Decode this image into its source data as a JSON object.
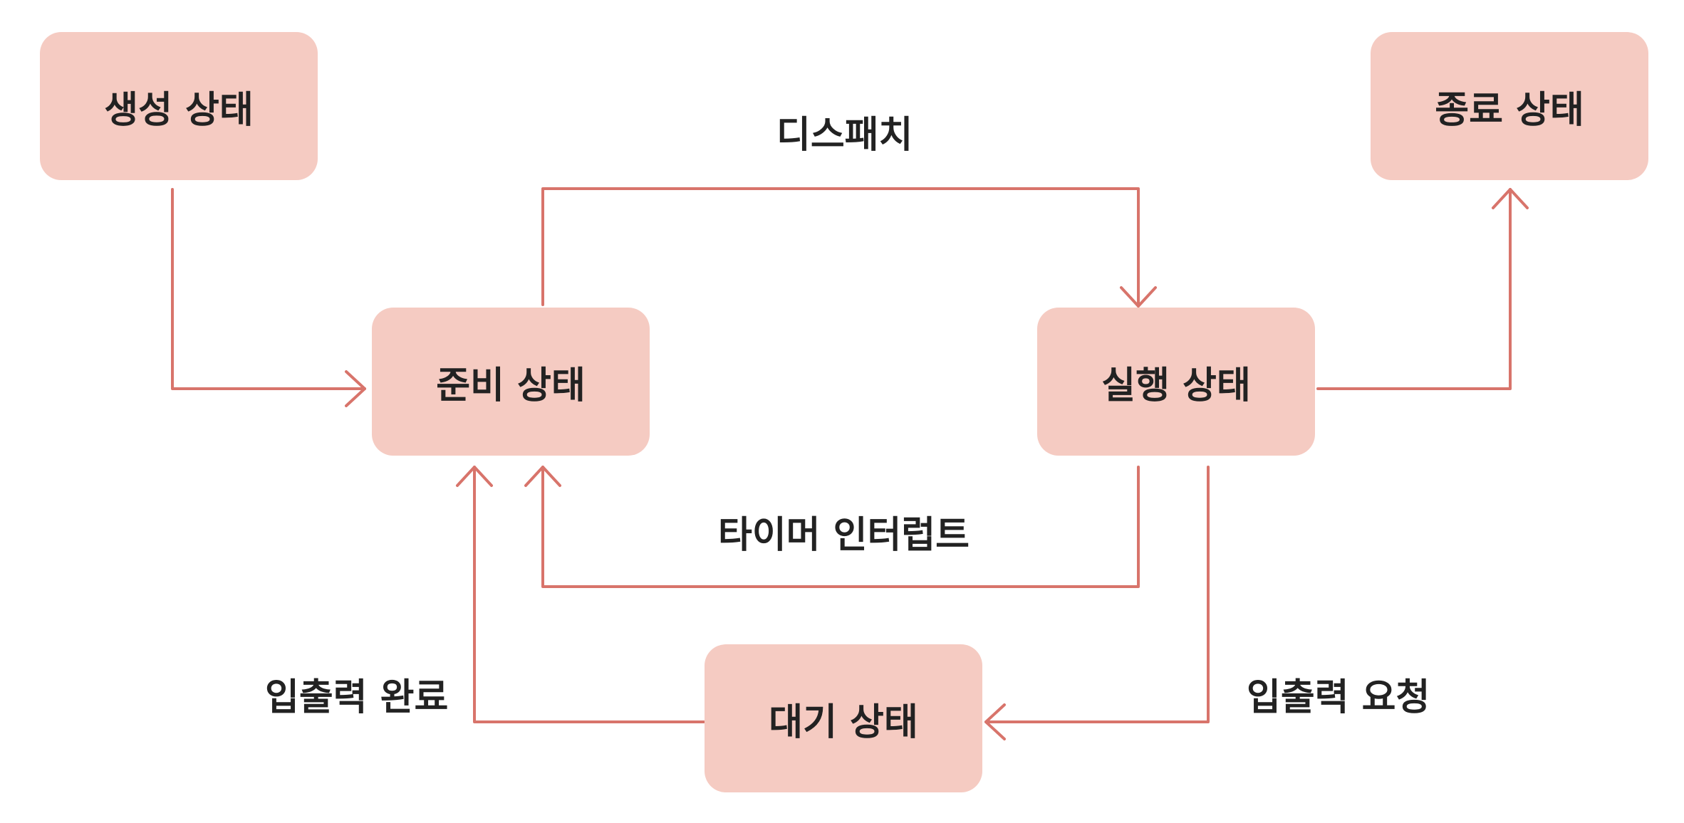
{
  "colors": {
    "node_fill": "#f5cbc2",
    "arrow": "#d8746b",
    "text": "#222222"
  },
  "nodes": {
    "new": "생성 상태",
    "terminated": "종료 상태",
    "ready": "준비 상태",
    "running": "실행 상태",
    "waiting": "대기 상태"
  },
  "edges": {
    "dispatch": "디스패치",
    "timer_interrupt": "타이머 인터럽트",
    "io_complete": "입출력 완료",
    "io_request": "입출력 요청"
  }
}
